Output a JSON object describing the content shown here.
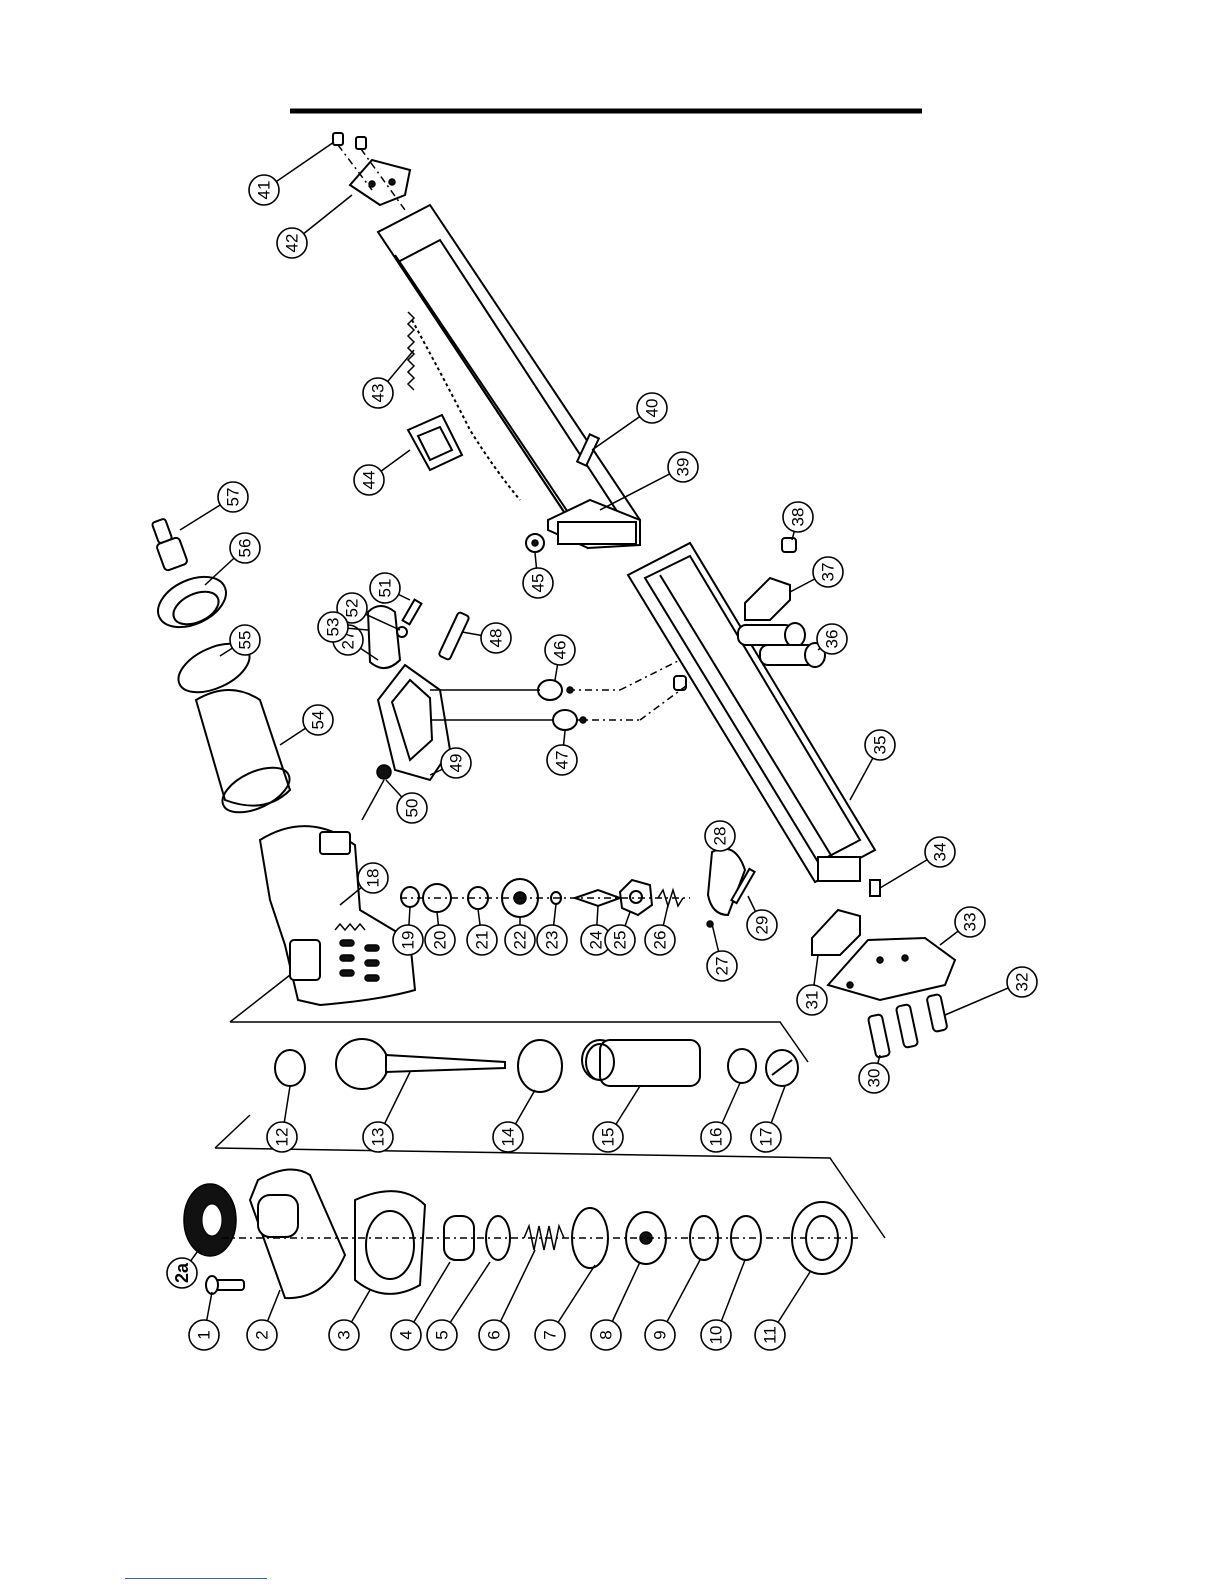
{
  "diagram": {
    "labels": {
      "p1": "1",
      "p2": "2",
      "p2a": "2a",
      "p3": "3",
      "p4": "4",
      "p5": "5",
      "p6": "6",
      "p7": "7",
      "p8": "8",
      "p9": "9",
      "p10": "10",
      "p11": "11",
      "p12": "12",
      "p13": "13",
      "p14": "14",
      "p15": "15",
      "p16": "16",
      "p17": "17",
      "p18": "18",
      "p19": "19",
      "p20": "20",
      "p21": "21",
      "p22": "22",
      "p23": "23",
      "p24": "24",
      "p25": "25",
      "p26": "26",
      "p27a": "27",
      "p27b": "27",
      "p28": "28",
      "p29": "29",
      "p30": "30",
      "p31": "31",
      "p32": "32",
      "p33": "33",
      "p34": "34",
      "p35": "35",
      "p36": "36",
      "p37": "37",
      "p38": "38",
      "p39": "39",
      "p40": "40",
      "p41": "41",
      "p42": "42",
      "p43": "43",
      "p44": "44",
      "p45": "45",
      "p46": "46",
      "p47": "47",
      "p48": "48",
      "p49": "49",
      "p50": "50",
      "p51": "51",
      "p52": "52",
      "p53": "53",
      "p54": "54",
      "p55": "55",
      "p56": "56",
      "p57": "57"
    }
  }
}
